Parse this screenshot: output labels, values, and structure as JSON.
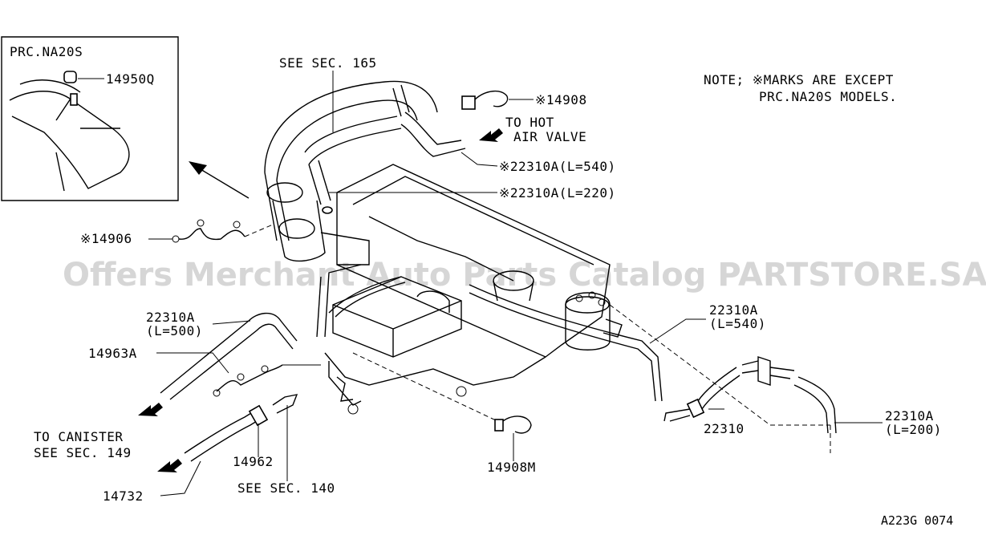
{
  "inset": {
    "title": "PRC.NA20S",
    "part": "14950Q"
  },
  "note": {
    "line1": "NOTE; ※MARKS ARE EXCEPT",
    "line2": "PRC.NA20S MODELS."
  },
  "labels": {
    "see_sec_165": "SEE  SEC. 165",
    "p14908": "※14908",
    "to_hot": "TO HOT",
    "air_valve": "AIR VALVE",
    "p22310a_540_top": "※22310A(L=540)",
    "p22310a_220": "※22310A(L=220)",
    "p14906": "※14906",
    "p22310a_500": "22310A",
    "l500": "(L=500)",
    "p14963a": "14963A",
    "to_canister": "TO CANISTER",
    "see_sec_149": "SEE  SEC. 149",
    "p14962": "14962",
    "p14732": "14732",
    "see_sec_140": "SEE  SEC. 140",
    "p14908m": "14908M",
    "p22310a_540_right": "22310A",
    "l540": "(L=540)",
    "p22310": "22310",
    "p22310a_200": "22310A",
    "l200": "(L=200)",
    "drawing_code": "A223G 0074"
  },
  "watermark": "Offers Merchant Auto Parts Catalog PARTSTORE.SA"
}
